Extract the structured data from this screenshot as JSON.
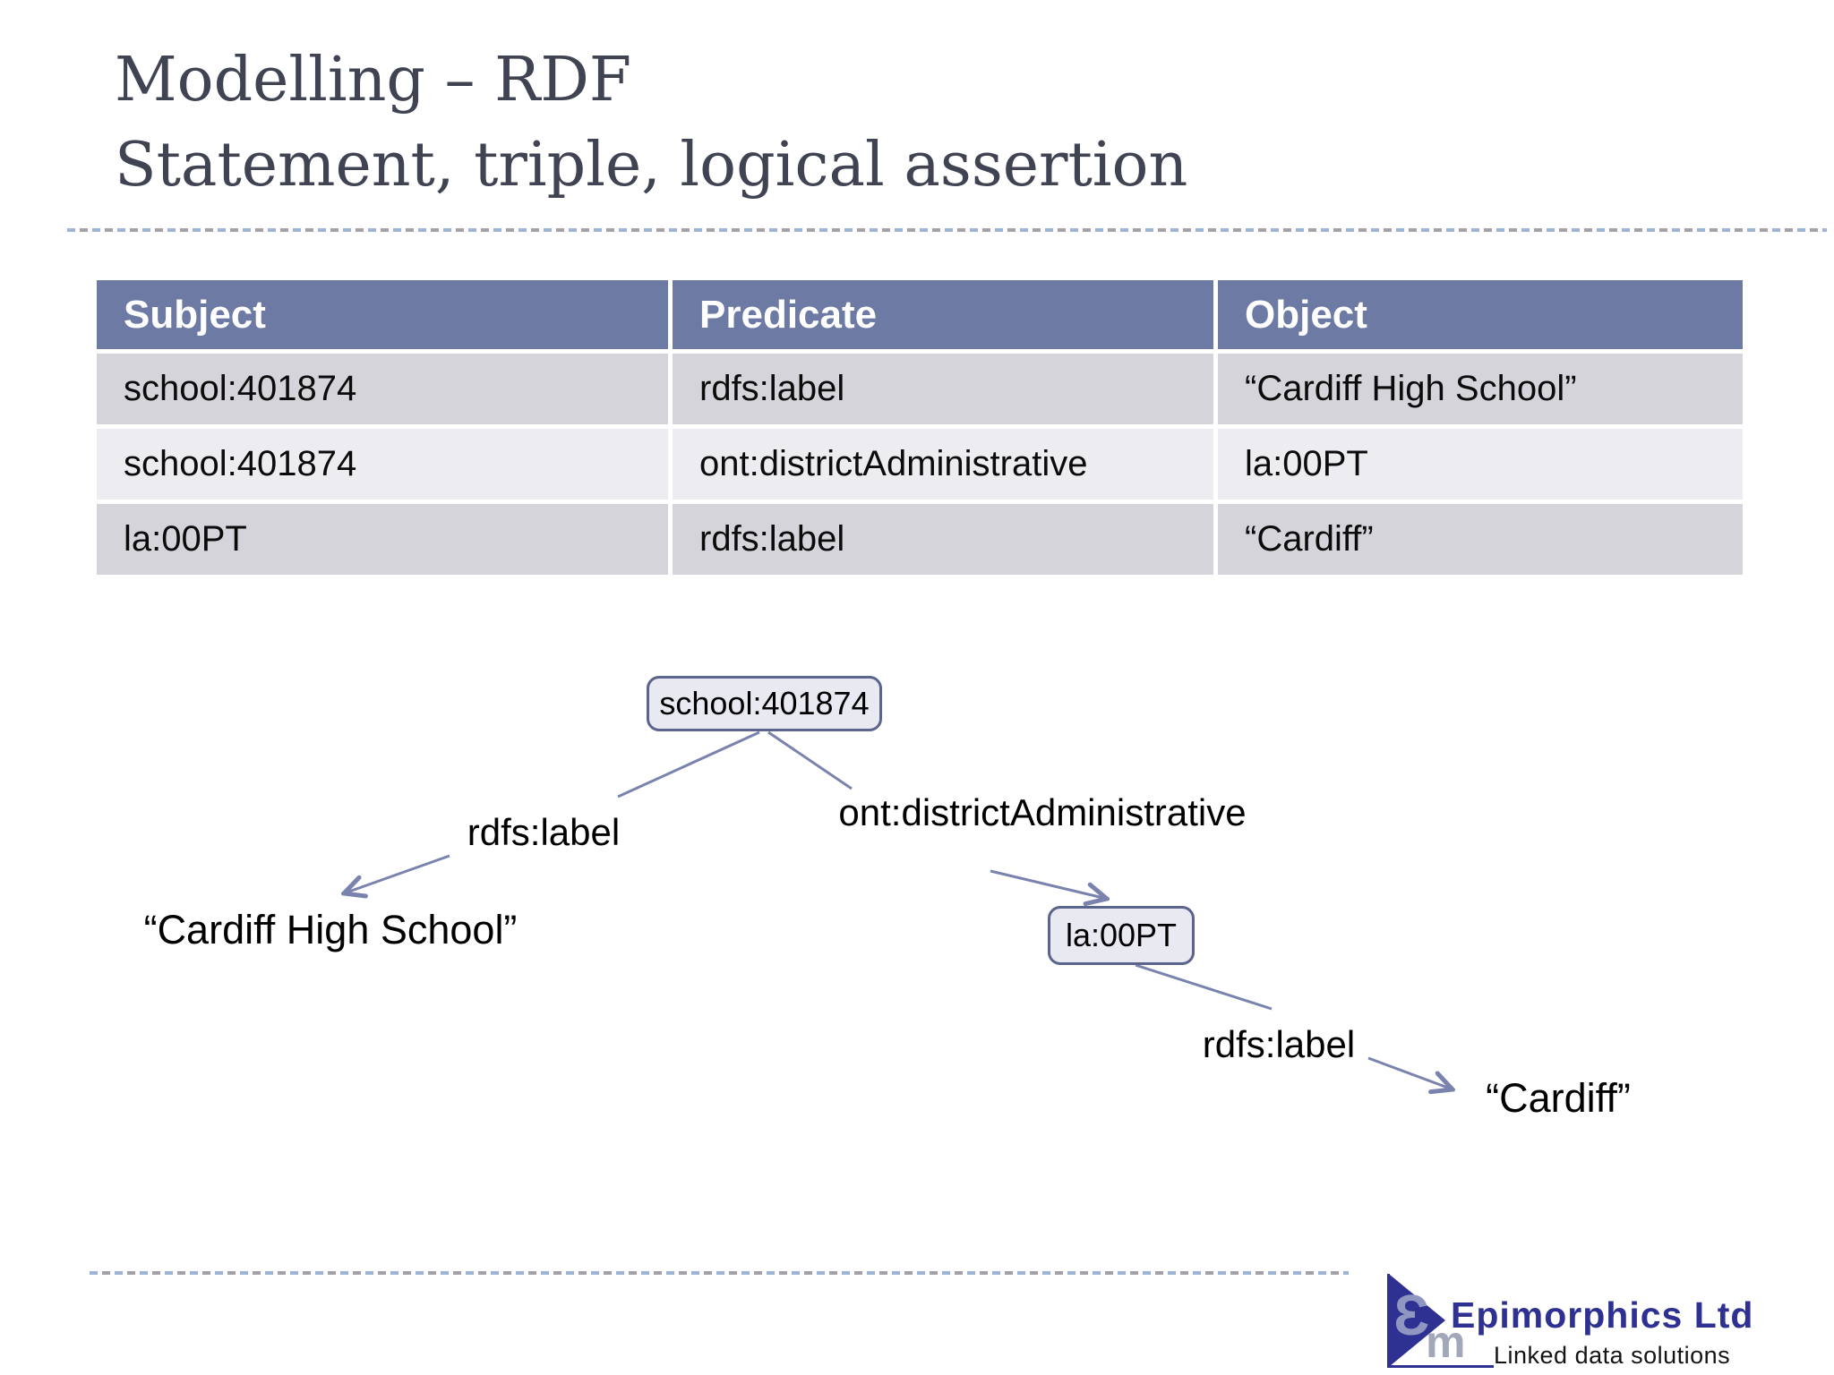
{
  "slide": {
    "title_line1": "Modelling – RDF",
    "title_line2": "Statement, triple, logical assertion"
  },
  "table": {
    "headers": [
      "Subject",
      "Predicate",
      "Object"
    ],
    "rows": [
      [
        "school:401874",
        "rdfs:label",
        "“Cardiff High School”"
      ],
      [
        "school:401874",
        "ont:districtAdministrative",
        "la:00PT"
      ],
      [
        "la:00PT",
        "rdfs:label",
        "“Cardiff”"
      ]
    ]
  },
  "diagram": {
    "nodes": [
      {
        "id": "school:401874"
      },
      {
        "id": "la:00PT"
      }
    ],
    "edges": [
      {
        "from": "school:401874",
        "label": "rdfs:label",
        "to": "“Cardiff High School”"
      },
      {
        "from": "school:401874",
        "label": "ont:districtAdministrative",
        "to": "la:00PT"
      },
      {
        "from": "la:00PT",
        "label": "rdfs:label",
        "to": "“Cardiff”"
      }
    ],
    "edge_color": "#7a83ae",
    "node_fill": "#e9e9f2",
    "node_border": "#5b648c"
  },
  "logo": {
    "company": "Epimorphics Ltd",
    "tagline": "Linked data solutions",
    "mark_epsilon": "Ɛ",
    "mark_m": "m",
    "brand_color": "#2e3192"
  },
  "colors": {
    "title": "#3f4352",
    "table_header_bg": "#6d7ba4",
    "row_dark": "#d4d4da",
    "row_light": "#ececf1"
  }
}
